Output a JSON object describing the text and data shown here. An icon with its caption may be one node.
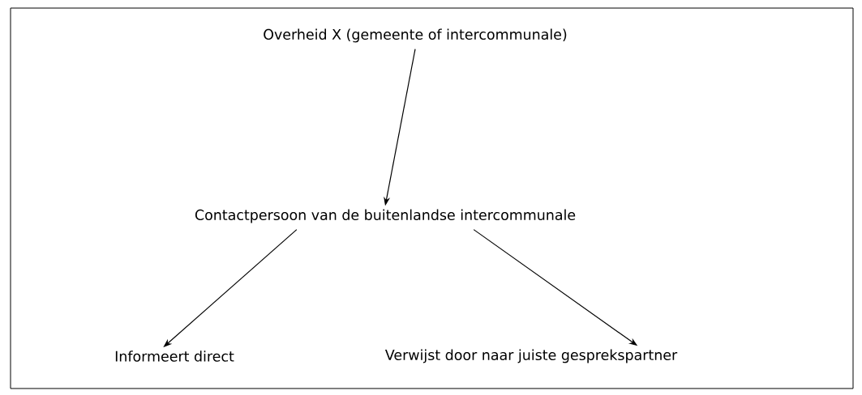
{
  "diagram": {
    "nodes": [
      {
        "text": [
          "Overheid X (gemeente of intercommunale)"
        ]
      },
      {
        "text": [
          "Contactpersoon van de buitenlandse intercommunale"
        ]
      },
      {
        "text": [
          "Informeert direct"
        ]
      },
      {
        "text": [
          "Verwijst door naar juiste gesprekspartner"
        ]
      }
    ],
    "edges": [
      {
        "from": 0,
        "to": 1,
        "arrow": "to"
      },
      {
        "from": 1,
        "to": 2,
        "arrow": "to"
      },
      {
        "from": 1,
        "to": 3,
        "arrow": "to"
      }
    ]
  }
}
